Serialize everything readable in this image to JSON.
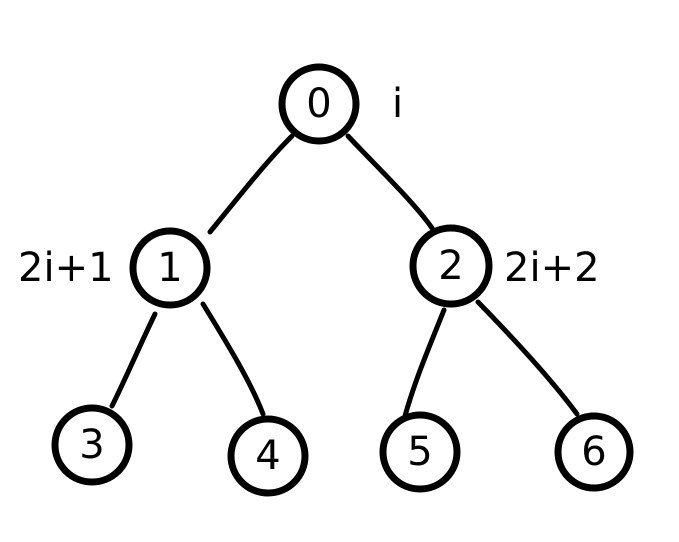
{
  "diagram": {
    "nodes": [
      {
        "id": "0",
        "label": "0"
      },
      {
        "id": "1",
        "label": "1"
      },
      {
        "id": "2",
        "label": "2"
      },
      {
        "id": "3",
        "label": "3"
      },
      {
        "id": "4",
        "label": "4"
      },
      {
        "id": "5",
        "label": "5"
      },
      {
        "id": "6",
        "label": "6"
      }
    ],
    "edges": [
      {
        "from": "0",
        "to": "1"
      },
      {
        "from": "0",
        "to": "2"
      },
      {
        "from": "1",
        "to": "3"
      },
      {
        "from": "1",
        "to": "4"
      },
      {
        "from": "2",
        "to": "5"
      },
      {
        "from": "2",
        "to": "6"
      }
    ],
    "annotations": {
      "parent": "i",
      "left_child": "2i+1",
      "right_child": "2i+2"
    }
  }
}
